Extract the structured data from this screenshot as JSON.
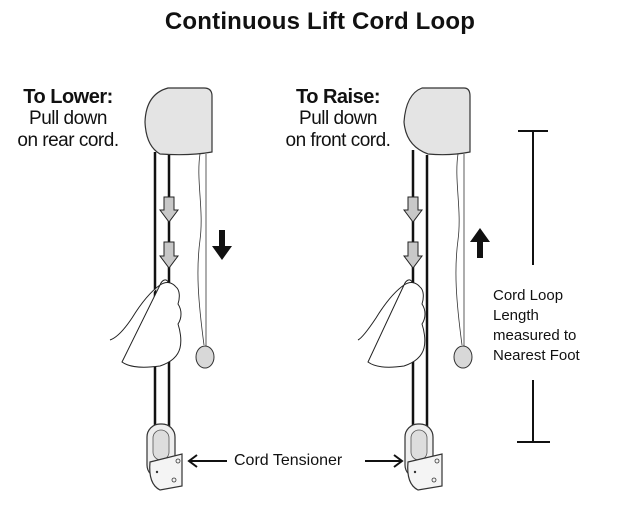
{
  "title": "Continuous Lift Cord Loop",
  "instructions": {
    "lower": {
      "heading": "To Lower:",
      "line1": "Pull down",
      "line2": "on rear cord."
    },
    "raise": {
      "heading": "To Raise:",
      "line1": "Pull down",
      "line2": "on front cord."
    }
  },
  "measurement": {
    "lines": [
      "Cord Loop",
      "Length",
      "measured to",
      "Nearest Foot"
    ]
  },
  "tensioner_label": "Cord Tensioner",
  "colors": {
    "headrail_fill": "#e4e4e4",
    "arrow_fill": "#c8c8c8",
    "ink": "#111111"
  }
}
